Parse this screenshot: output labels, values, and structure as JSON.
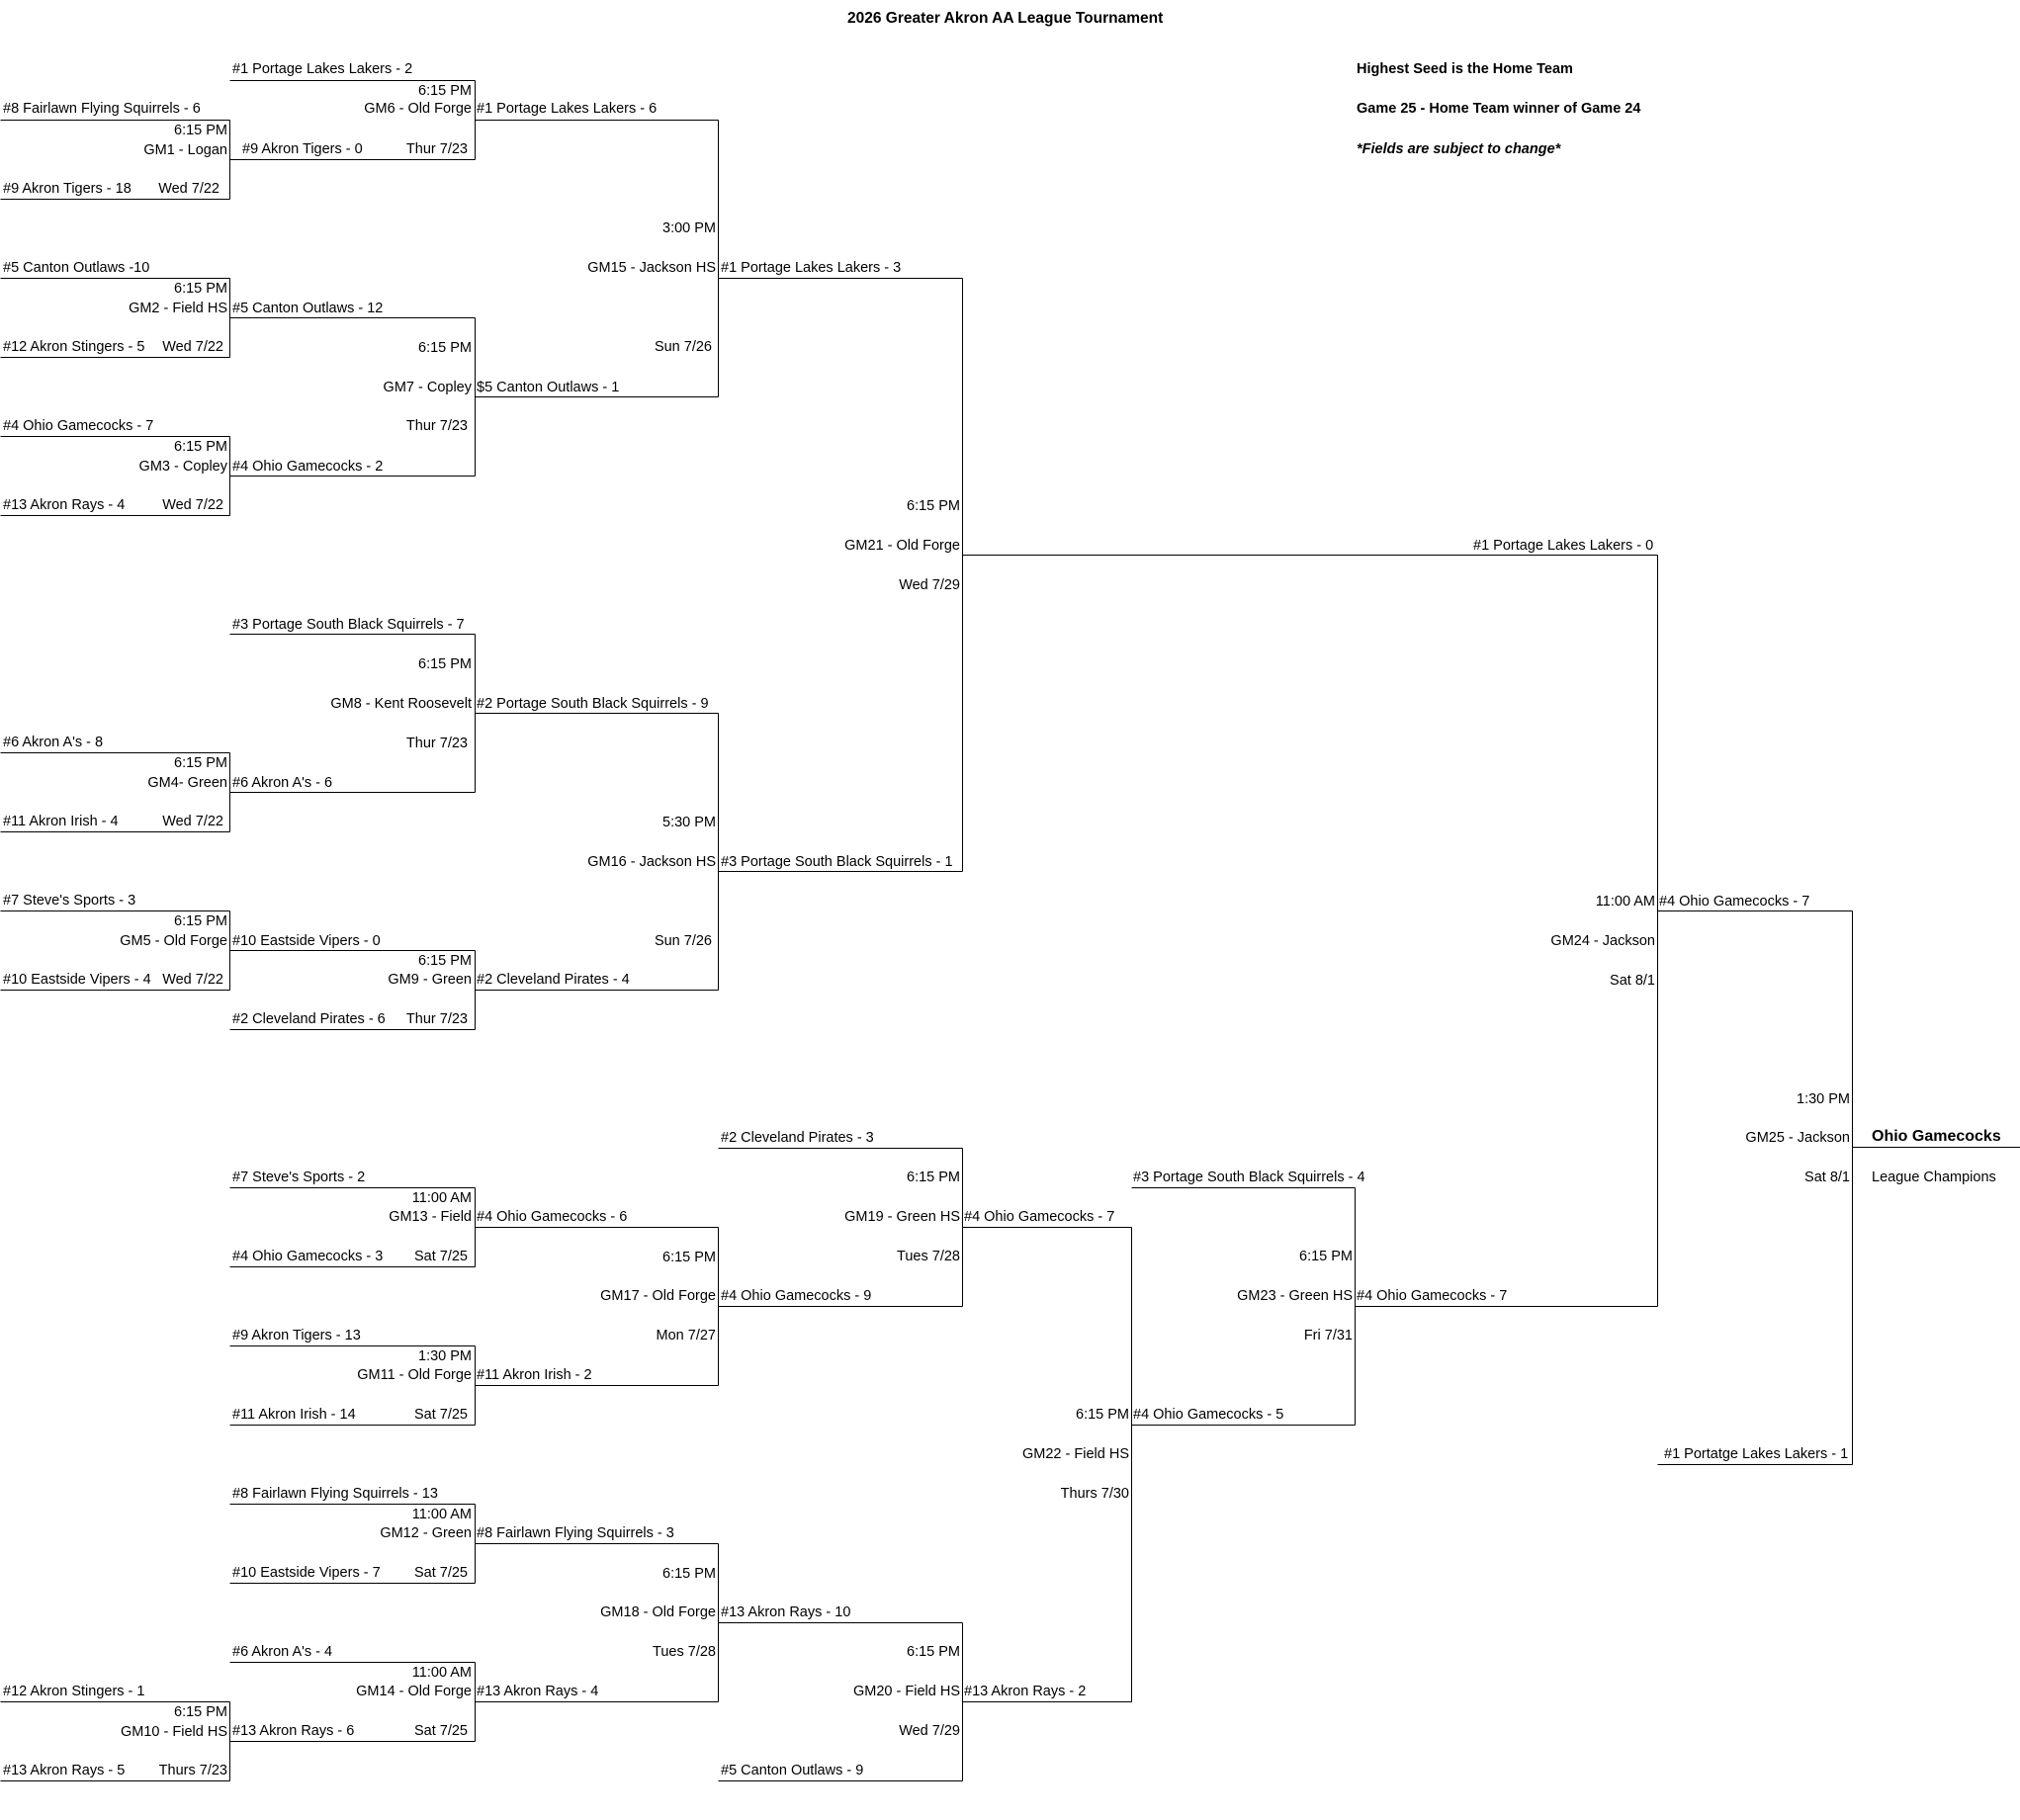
{
  "title": "2026 Greater Akron AA League Tournament",
  "notes": {
    "n1": "Highest Seed is the Home Team",
    "n2": "Game 25 - Home Team winner of Game 24",
    "n3": "*Fields are subject to change*"
  },
  "g1": {
    "team1": "#8 Fairlawn Flying Squirrels - 6",
    "time": "6:15 PM",
    "game": "GM1 - Logan",
    "date": "Wed 7/22",
    "team2": "#9 Akron Tigers - 18"
  },
  "g2": {
    "team1": "#5 Canton Outlaws -10",
    "time": "6:15 PM",
    "game": "GM2 - Field HS",
    "date": "Wed 7/22",
    "team2": "#12 Akron Stingers - 5"
  },
  "g3": {
    "team1": "#4 Ohio Gamecocks - 7",
    "time": "6:15 PM",
    "game": "GM3 - Copley",
    "date": "Wed 7/22",
    "team2": "#13 Akron Rays - 4"
  },
  "g4": {
    "team1": "#6 Akron A's - 8",
    "time": "6:15 PM",
    "game": "GM4- Green",
    "date": "Wed 7/22",
    "team2": "#11 Akron Irish - 4"
  },
  "g5": {
    "team1": "#7 Steve's Sports - 3",
    "time": "6:15 PM",
    "game": "GM5 - Old Forge",
    "date": "Wed 7/22",
    "team2": "#10 Eastside Vipers - 4"
  },
  "g10": {
    "team1": "#12 Akron Stingers - 1",
    "time": "6:15 PM",
    "game": "GM10 - Field HS",
    "date": "Thurs 7/23",
    "team2": "#13 Akron Rays - 5"
  },
  "g6": {
    "team1": "#1 Portage Lakes Lakers - 2",
    "time": "6:15 PM",
    "game": "GM6 - Old Forge",
    "date": "Thur 7/23",
    "team2": "#9 Akron Tigers - 0"
  },
  "g7": {
    "team1": "#5 Canton Outlaws - 12",
    "time": "6:15 PM",
    "game": "GM7 - Copley",
    "date": "Thur 7/23",
    "team2": "#4 Ohio Gamecocks - 2"
  },
  "g8": {
    "team1": "#3 Portage South Black Squirrels - 7",
    "time": "6:15 PM",
    "game": "GM8 - Kent Roosevelt",
    "date": "Thur 7/23",
    "team2": "#6 Akron A's - 6"
  },
  "g9": {
    "team1": "#10 Eastside Vipers - 0",
    "time": "6:15 PM",
    "game": "GM9 - Green",
    "date": "Thur 7/23",
    "team2": "#2 Cleveland Pirates - 6"
  },
  "g9w": "#2 Cleveland Pirates - 4",
  "g13": {
    "team1": "#7 Steve's Sports - 2",
    "time": "11:00 AM",
    "game": "GM13 - Field",
    "date": "Sat 7/25",
    "team2": "#4 Ohio Gamecocks - 3"
  },
  "g11": {
    "team1": "#9 Akron Tigers - 13",
    "time": "1:30 PM",
    "game": "GM11 - Old Forge",
    "date": "Sat 7/25",
    "team2": "#11 Akron Irish - 14"
  },
  "g12": {
    "team1": "#8 Fairlawn Flying Squirrels - 13",
    "time": "11:00 AM",
    "game": "GM12 - Green",
    "date": "Sat 7/25",
    "team2": "#10 Eastside Vipers - 7"
  },
  "g14": {
    "team1": "#6 Akron A's - 4",
    "time": "11:00 AM",
    "game": "GM14 - Old Forge",
    "date": "Sat 7/25",
    "team2": "#13 Akron Rays - 6"
  },
  "g15": {
    "team1": "#1 Portage Lakes Lakers - 6",
    "time": "3:00 PM",
    "game": "GM15 - Jackson HS",
    "date": "Sun 7/26",
    "team2": "$5 Canton Outlaws - 1"
  },
  "g16": {
    "team1": "#2 Portage South Black Squirrels - 9",
    "time": "5:30 PM",
    "game": "GM16 - Jackson HS",
    "date": "Sun 7/26"
  },
  "g17": {
    "team1": "#4 Ohio Gamecocks - 6",
    "time": "6:15 PM",
    "game": "GM17 - Old Forge",
    "date": "Mon 7/27",
    "team2": "#11 Akron Irish - 2"
  },
  "g18": {
    "team1": "#8 Fairlawn Flying Squirrels - 3",
    "time": "6:15 PM",
    "game": "GM18 - Old Forge",
    "date": "Tues 7/28",
    "team2": "#13 Akron Rays - 4"
  },
  "g19": {
    "team1": "#2 Cleveland Pirates - 3",
    "time": "6:15 PM",
    "game": "GM19 - Green HS",
    "date": "Tues 7/28",
    "team2": "#4 Ohio Gamecocks - 9"
  },
  "g20": {
    "team1": "#13 Akron Rays - 10",
    "time": "6:15 PM",
    "game": "GM20 - Field HS",
    "date": "Wed 7/29",
    "team2": "#5 Canton Outlaws - 9"
  },
  "g21": {
    "team1": "#1 Portage Lakes Lakers - 3",
    "time": "6:15 PM",
    "game": "GM21 - Old Forge",
    "date": "Wed 7/29",
    "team2": "#3 Portage South Black Squirrels - 1"
  },
  "g22": {
    "team1": "#4 Ohio Gamecocks - 7",
    "time": "6:15 PM",
    "game": "GM22 - Field HS",
    "date": "Thurs 7/30",
    "team2": "#13 Akron Rays - 2"
  },
  "g23": {
    "team1": "#3 Portage South Black Squirrels - 4",
    "time": "6:15 PM",
    "game": "GM23 -  Green HS",
    "date": "Fri 7/31",
    "team2": "#4 Ohio Gamecocks - 5"
  },
  "g24": {
    "team1": "#1 Portage Lakes Lakers - 0",
    "time": "11:00 AM",
    "game": "GM24 - Jackson",
    "date": "Sat 8/1",
    "team2": "#4 Ohio Gamecocks - 7"
  },
  "g25": {
    "team1": "#4 Ohio Gamecocks - 7",
    "time": "1:30 PM",
    "game": "GM25 - Jackson",
    "date": "Sat 8/1",
    "team2": "#1 Portatge Lakes Lakers - 1"
  },
  "champion": {
    "name": "Ohio Gamecocks",
    "label": "League Champions"
  }
}
